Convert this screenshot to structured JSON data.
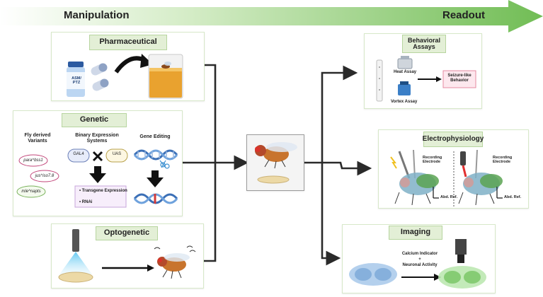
{
  "header": {
    "left_label": "Manipulation",
    "right_label": "Readout",
    "arrow_color": "#7cc462"
  },
  "manipulation": {
    "pharmaceutical": {
      "title": "Pharmaceutical",
      "vial_label": "ASM/\nPTZ"
    },
    "genetic": {
      "title": "Genetic",
      "fly_variants": {
        "heading": "Fly derived\nVariants",
        "items": [
          "para^bss1",
          "jus^iso7.8",
          "mle^napts"
        ]
      },
      "binary": {
        "heading": "Binary Expression\nSystems",
        "gal4": "GAL4",
        "uas": "UAS",
        "outputs": [
          "Transgene Expression",
          "RNAi"
        ]
      },
      "gene_editing": {
        "heading": "Gene Editing"
      }
    },
    "optogenetic": {
      "title": "Optogenetic"
    }
  },
  "readout": {
    "behavioral": {
      "title": "Behavioral\nAssays",
      "heat_assay": "Heat Assay",
      "vortex_assay": "Vortex Assay",
      "result": "Seizure-like\nBehavior"
    },
    "electrophysiology": {
      "title": "Electrophysiology",
      "left_electrode": "Recording\nElectrode",
      "left_ref": "Abd. Ref.",
      "right_electrode": "Recording\nElectrode",
      "right_ref": "Abd. Ref."
    },
    "imaging": {
      "title": "Imaging",
      "caption_1": "Calcium Indicator",
      "caption_plus": "+",
      "caption_2": "Neuronal Activity"
    }
  },
  "colors": {
    "panel_border": "#d7e8c9",
    "tag_fill": "#e3efd6",
    "connector": "#2a2a2a",
    "result_border": "#e58aa0"
  }
}
